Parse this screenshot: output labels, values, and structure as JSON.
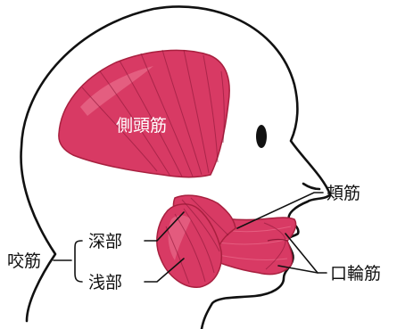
{
  "labels": {
    "temporalis": "側頭筋",
    "buccinator": "頬筋",
    "masseter": "咬筋",
    "masseter_deep": "深部",
    "masseter_superficial": "浅部",
    "orbicularis_oris": "口輪筋"
  },
  "colors": {
    "muscle": "#d83a64",
    "muscle_dark": "#a8203f",
    "muscle_light": "#ee7c98",
    "outline": "#111111",
    "label_text": "#111111",
    "inner_label_text": "#ffffff",
    "background": "#ffffff"
  }
}
